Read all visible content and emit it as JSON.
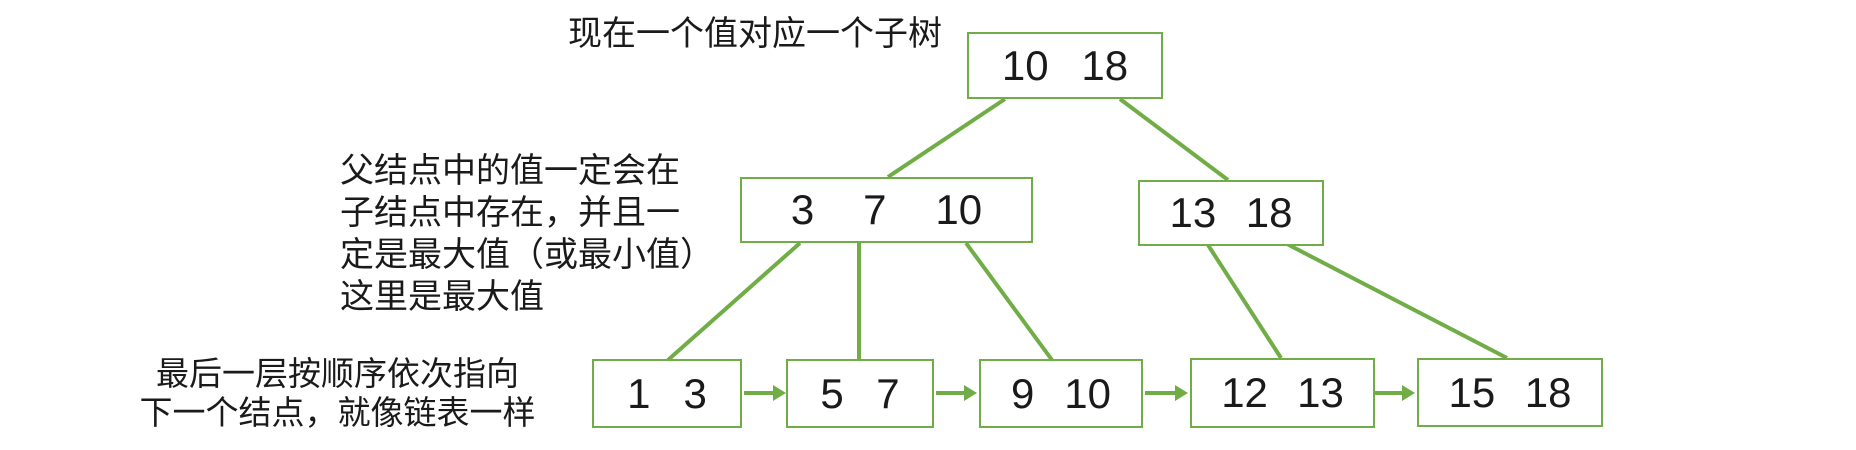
{
  "colors": {
    "line": "#70AD47",
    "text": "#1a1a1a",
    "background": "#ffffff"
  },
  "annotations": {
    "top": "现在一个值对应一个子树",
    "left_lines": [
      "父结点中的值一定会在",
      "子结点中存在，并且一",
      "定是最大值（或最小值）",
      "这里是最大值"
    ],
    "bottom_lines": [
      "最后一层按顺序依次指向",
      "下一个结点，就像链表一样"
    ]
  },
  "tree": {
    "root": {
      "values": [
        "10",
        "18"
      ]
    },
    "internal": [
      {
        "values": [
          "3",
          "7",
          "10"
        ]
      },
      {
        "values": [
          "13",
          "18"
        ]
      }
    ],
    "leaves": [
      {
        "values": [
          "1",
          "3"
        ]
      },
      {
        "values": [
          "5",
          "7"
        ]
      },
      {
        "values": [
          "9",
          "10"
        ]
      },
      {
        "values": [
          "12",
          "13"
        ]
      },
      {
        "values": [
          "15",
          "18"
        ]
      }
    ]
  }
}
